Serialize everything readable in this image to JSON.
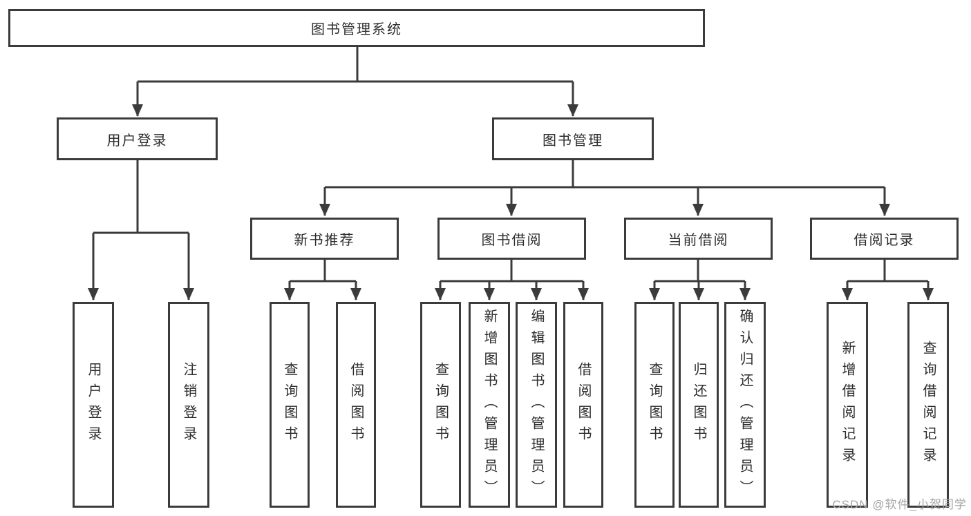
{
  "diagram": {
    "root": {
      "label": "图书管理系统"
    },
    "level2": [
      {
        "id": "user-login",
        "label": "用户登录"
      },
      {
        "id": "book-management",
        "label": "图书管理"
      }
    ],
    "level3": [
      {
        "id": "new-books",
        "label": "新书推荐"
      },
      {
        "id": "book-borrow",
        "label": "图书借阅"
      },
      {
        "id": "current-borrow",
        "label": "当前借阅"
      },
      {
        "id": "borrow-records",
        "label": "借阅记录"
      }
    ],
    "leaves": {
      "user_login": [
        "用户登录",
        "注销登录"
      ],
      "new_books": [
        "查询图书",
        "借阅图书"
      ],
      "book_borrow": [
        "查询图书",
        "新增图书（管理员）",
        "编辑图书（管理员）",
        "借阅图书"
      ],
      "current_borrow": [
        "查询图书",
        "归还图书",
        "确认归还（管理员）"
      ],
      "borrow_records": [
        "新增借阅记录",
        "查询借阅记录"
      ]
    }
  },
  "watermark": "CSDN @软件_小贺同学",
  "colors": {
    "line": "#3b3b3b",
    "text": "#2d2d2d",
    "watermark": "#a5a5a5",
    "background": "#ffffff"
  }
}
